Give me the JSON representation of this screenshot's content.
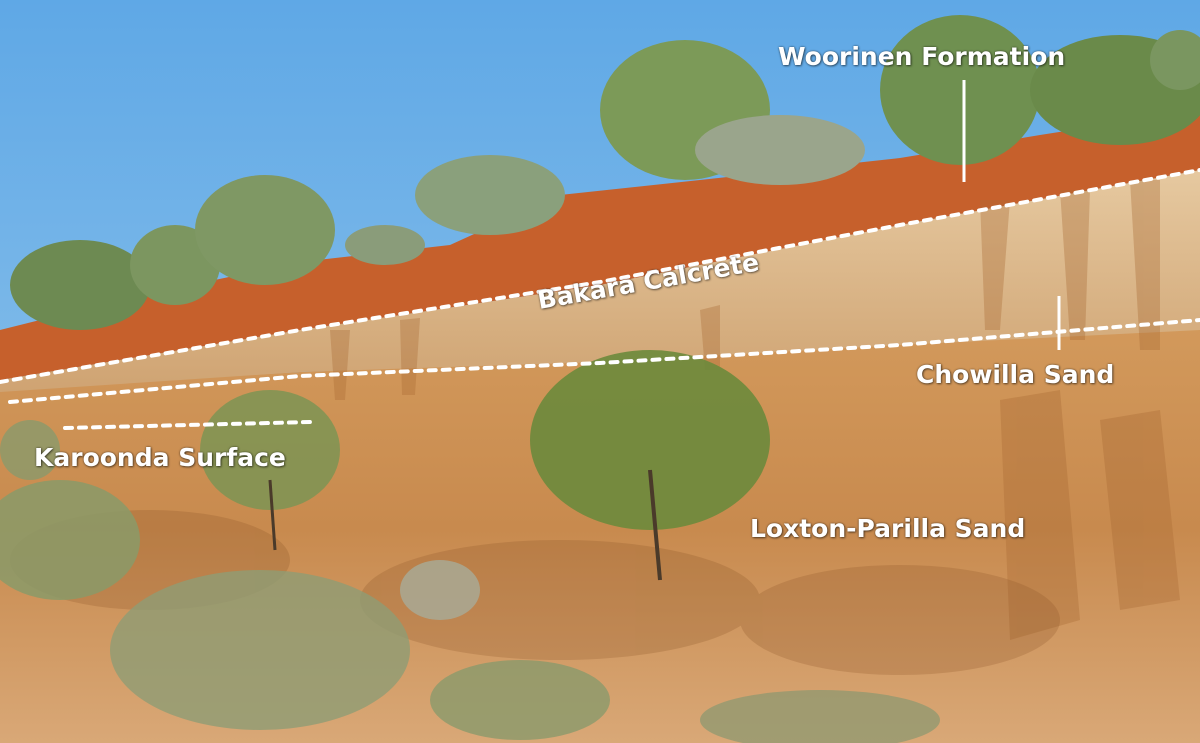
{
  "labels": {
    "woorinen": "Woorinen Formation",
    "bakara": "Bakara Calcrete",
    "chowilla": "Chowilla Sand",
    "karoonda": "Karoonda Surface",
    "loxton": "Loxton-Parilla Sand"
  },
  "colors": {
    "sky": "#6fb0e6",
    "topsoil": "#c8622c",
    "calcrete": "#dcb88a",
    "sand": "#c98a4c",
    "vegetation": "#6e8a4a",
    "annotation": "#ffffff"
  }
}
